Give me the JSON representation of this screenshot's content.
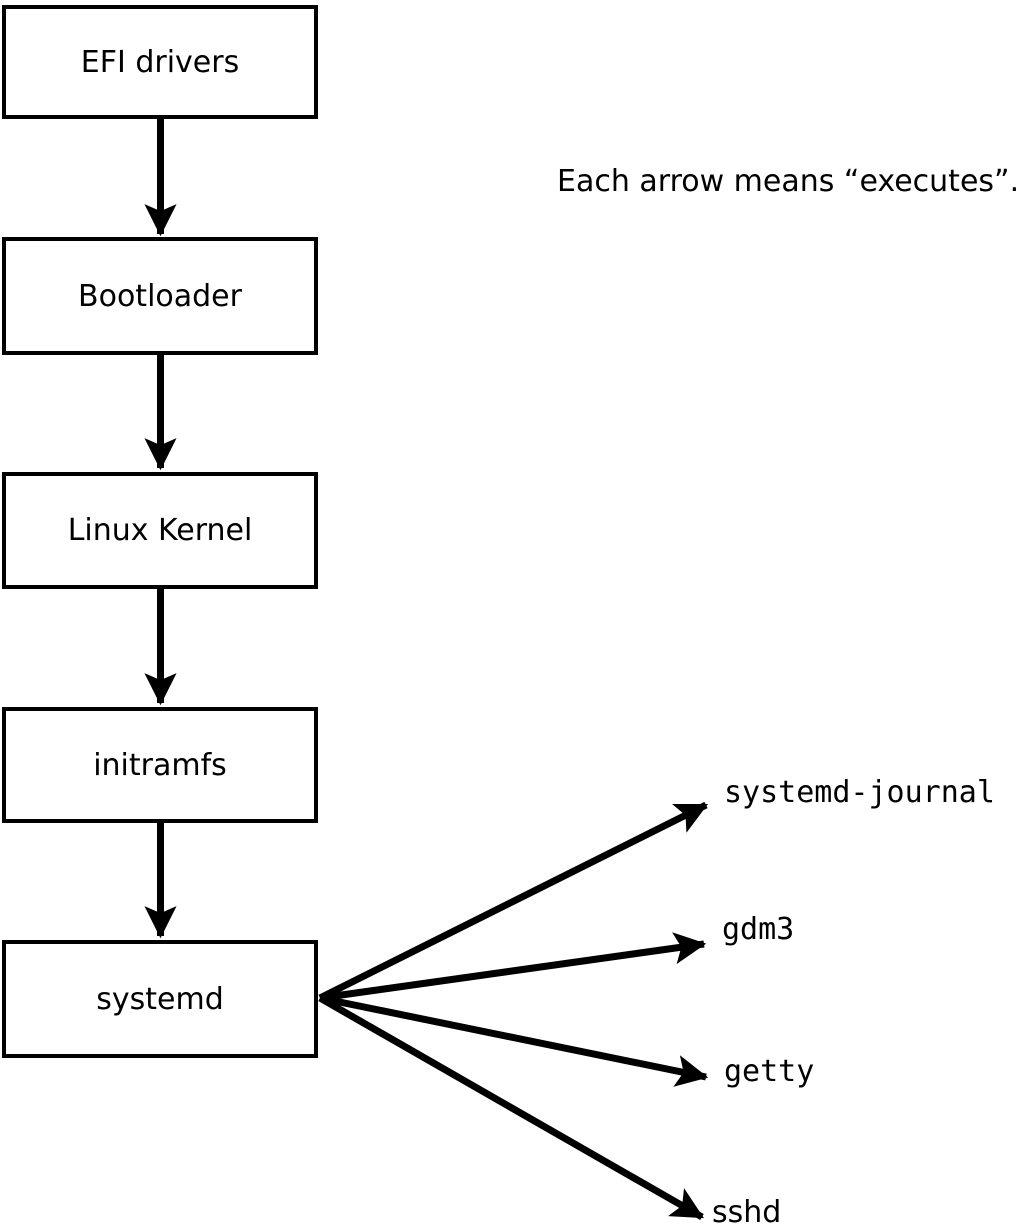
{
  "diagram": {
    "title_note": "Each arrow means “executes”.",
    "arrow_meaning": "executes",
    "colors": {
      "foreground": "#000000",
      "background": "#ffffff"
    },
    "boot_chain": [
      {
        "id": "efi-drivers",
        "label": "EFI drivers"
      },
      {
        "id": "bootloader",
        "label": "Bootloader"
      },
      {
        "id": "linux-kernel",
        "label": "Linux Kernel"
      },
      {
        "id": "initramfs",
        "label": "initramfs"
      },
      {
        "id": "systemd",
        "label": "systemd"
      }
    ],
    "spawned_processes": [
      {
        "id": "systemd-journal",
        "label": "systemd-journal"
      },
      {
        "id": "gdm3",
        "label": "gdm3"
      },
      {
        "id": "getty",
        "label": "getty"
      },
      {
        "id": "sshd",
        "label": "sshd"
      }
    ]
  }
}
